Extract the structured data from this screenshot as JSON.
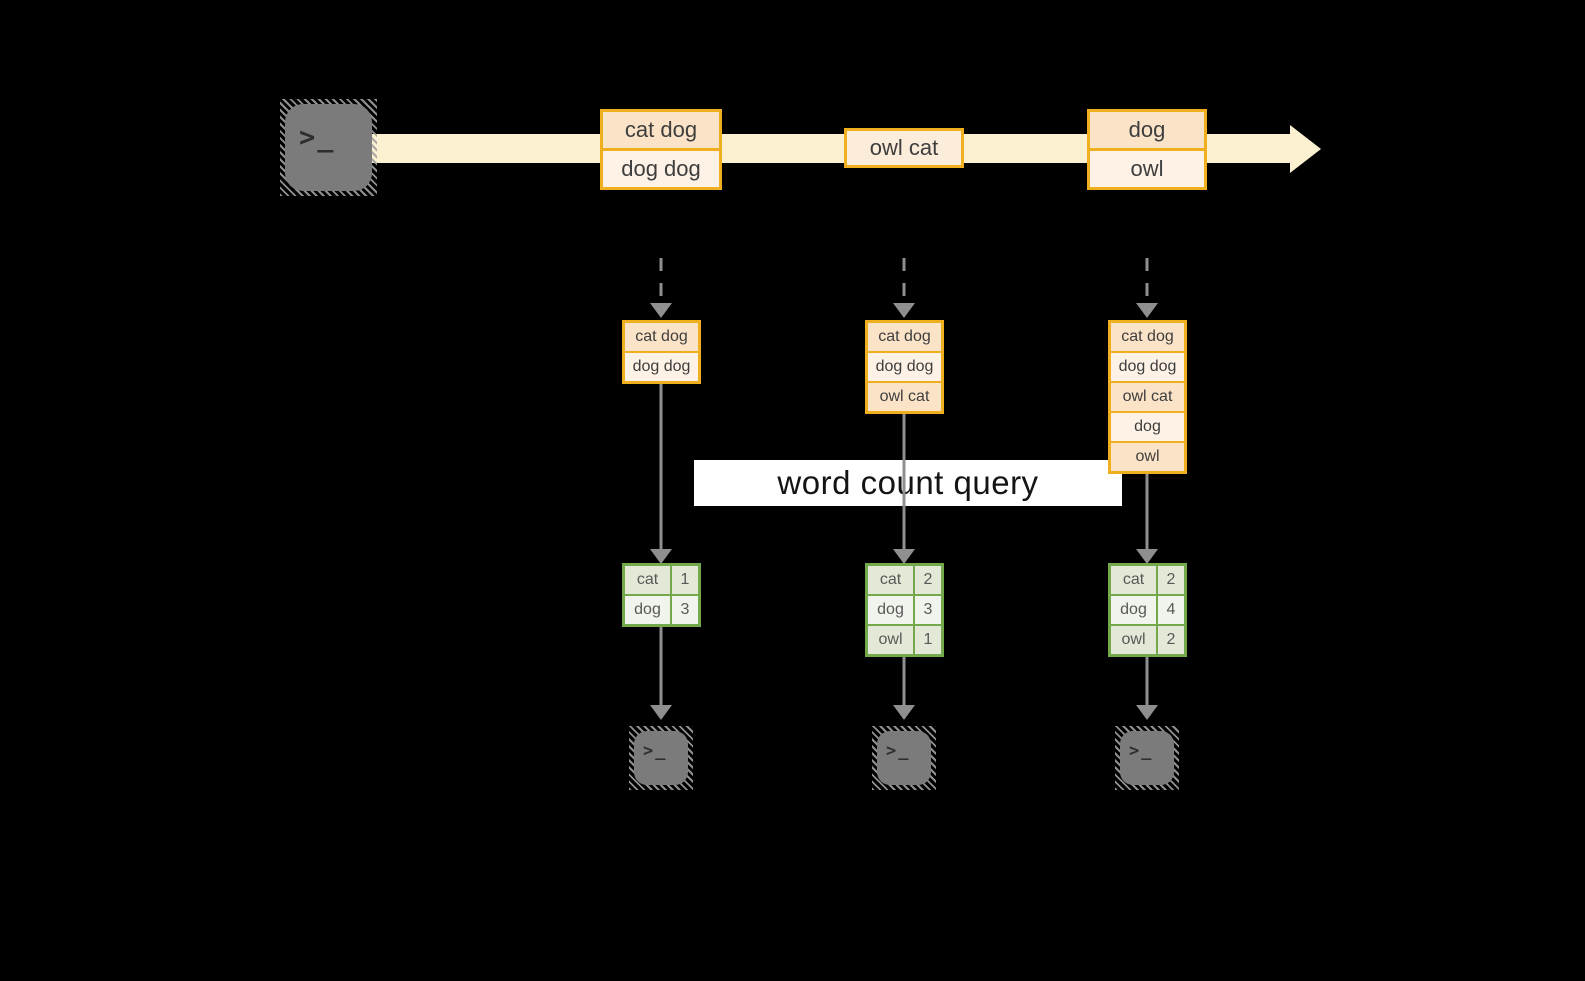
{
  "query_label": "word count query",
  "source": {
    "icon": "terminal-icon",
    "glyph": ">_"
  },
  "terminal_glyph": ">_",
  "stream": {
    "events": [
      {
        "label": "cat dog"
      },
      {
        "label": "dog dog"
      },
      {
        "label": "owl cat"
      },
      {
        "label": "dog"
      },
      {
        "label": "owl"
      }
    ]
  },
  "columns": [
    {
      "buffer": [
        "cat dog",
        "dog dog"
      ],
      "counts": {
        "rows": [
          {
            "word": "cat",
            "value": "1"
          },
          {
            "word": "dog",
            "value": "3"
          }
        ]
      }
    },
    {
      "buffer": [
        "cat dog",
        "dog dog",
        "owl cat"
      ],
      "counts": {
        "rows": [
          {
            "word": "cat",
            "value": "2"
          },
          {
            "word": "dog",
            "value": "3"
          },
          {
            "word": "owl",
            "value": "1"
          }
        ]
      }
    },
    {
      "buffer": [
        "cat dog",
        "dog dog",
        "owl cat",
        "dog",
        "owl"
      ],
      "counts": {
        "rows": [
          {
            "word": "cat",
            "value": "2"
          },
          {
            "word": "dog",
            "value": "4"
          },
          {
            "word": "owl",
            "value": "2"
          }
        ]
      }
    }
  ],
  "colors": {
    "bg": "#000000",
    "amber": "#f0af1e",
    "peach": "#fbe3c7",
    "cream": "#fdf2e5",
    "mid": "#fcecda",
    "streamBand": "#fbf0cf",
    "grey": "#8f8f8f",
    "greenBorder": "#74a94b",
    "sageDark": "#e3e9d6",
    "sageLight": "#f1f4ec",
    "iconGrey": "#7b7b7b",
    "labelBg": "#ffffff",
    "labelText": "#141414"
  }
}
